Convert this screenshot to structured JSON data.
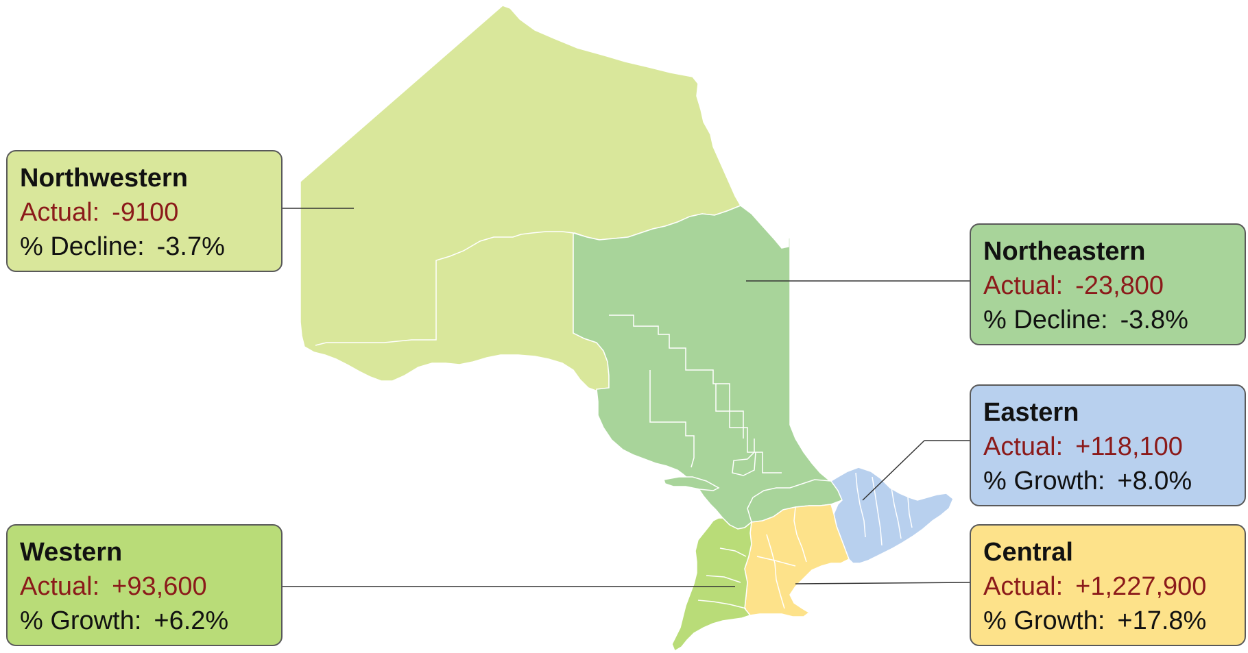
{
  "regions": [
    {
      "key": "northwestern",
      "name": "Northwestern",
      "actual_label": "Actual:",
      "actual_value": "-9100",
      "pct_label": "% Decline:",
      "pct_value": "-3.7%",
      "fill": "#d9e79b",
      "box_fill": "#d9e79b"
    },
    {
      "key": "northeastern",
      "name": "Northeastern",
      "actual_label": "Actual:",
      "actual_value": "-23,800",
      "pct_label": "% Decline:",
      "pct_value": "-3.8%",
      "fill": "#a8d49a",
      "box_fill": "#a8d49a"
    },
    {
      "key": "eastern",
      "name": "Eastern",
      "actual_label": "Actual:",
      "actual_value": "+118,100",
      "pct_label": "% Growth:",
      "pct_value": "+8.0%",
      "fill": "#b8d0ee",
      "box_fill": "#b8d0ee"
    },
    {
      "key": "western",
      "name": "Western",
      "actual_label": "Actual:",
      "actual_value": "+93,600",
      "pct_label": "% Growth:",
      "pct_value": "+6.2%",
      "fill": "#b9dc78",
      "box_fill": "#b9dc78"
    },
    {
      "key": "central",
      "name": "Central",
      "actual_label": "Actual:",
      "actual_value": "+1,227,900",
      "pct_label": "% Growth:",
      "pct_value": "+17.8%",
      "fill": "#fde28a",
      "box_fill": "#fde28a"
    }
  ],
  "colors": {
    "border": "#595959",
    "actual_text": "#8b1a1a",
    "leader_line": "#333333",
    "region_outline": "#ffffff"
  }
}
